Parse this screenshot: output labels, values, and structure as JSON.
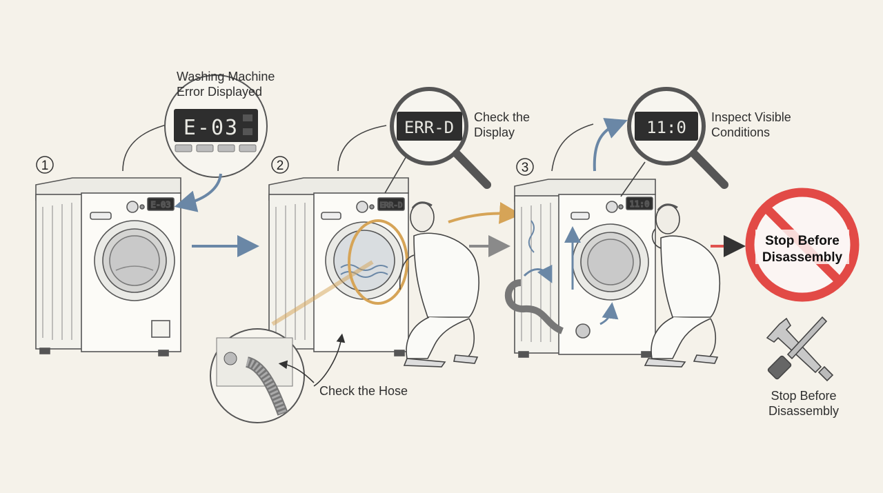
{
  "steps": [
    {
      "number": "1",
      "title_line1": "Washing Machine",
      "title_line2": "Error Displayed",
      "zoom_display": "E-03",
      "machine_display": "E-03"
    },
    {
      "number": "2",
      "title_line1": "Check the",
      "title_line2": "Display",
      "zoom_display": "ERR-D",
      "machine_display": "ERR-D",
      "hose_label": "Check the Hose"
    },
    {
      "number": "3",
      "title_line1": "Inspect Visible",
      "title_line2": "Conditions",
      "zoom_display": "11:0",
      "machine_display": "11:0"
    }
  ],
  "stop": {
    "sign_line1": "Stop Before",
    "sign_line2": "Disassembly",
    "caption_line1": "Stop Before",
    "caption_line2": "Disassembly"
  },
  "colors": {
    "background": "#f5f2ea",
    "arrow_blue": "#6a87a6",
    "arrow_orange": "#d6a457",
    "arrow_gray": "#8a8a8a",
    "arrow_red": "#e0534f",
    "stop_red": "#e24a46",
    "lcd_dark": "#2e2e2e"
  }
}
